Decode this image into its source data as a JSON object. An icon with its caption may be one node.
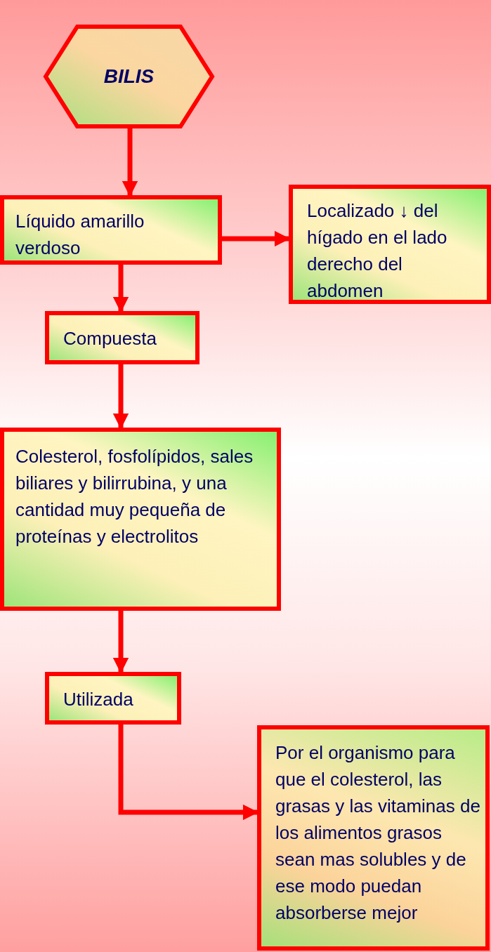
{
  "diagram": {
    "nodes": [
      {
        "text": [
          "BILIS"
        ]
      },
      {
        "text": [
          "Líquido amarillo verdoso"
        ]
      },
      {
        "text": [
          "Localizado ↓ del hígado en el lado derecho del abdomen"
        ]
      },
      {
        "text": [
          "Compuesta"
        ]
      },
      {
        "text": [
          "Colesterol, fosfolípidos, sales biliares y bilirrubina, y una cantidad muy pequeña de proteínas y electrolitos"
        ]
      },
      {
        "text": [
          "Utilizada"
        ]
      },
      {
        "text": [
          "Por el organismo para que el colesterol, las grasas y las vitaminas de los alimentos grasos sean mas solubles y de ese modo puedan absorberse mejor"
        ]
      }
    ],
    "edges": [
      {
        "from": 0,
        "to": 1,
        "arrow": "to"
      },
      {
        "from": 1,
        "to": 2,
        "arrow": "to"
      },
      {
        "from": 1,
        "to": 3,
        "arrow": "to"
      },
      {
        "from": 3,
        "to": 4,
        "arrow": "to"
      },
      {
        "from": 4,
        "to": 5,
        "arrow": "to"
      },
      {
        "from": 5,
        "to": 6,
        "arrow": "to"
      }
    ]
  }
}
